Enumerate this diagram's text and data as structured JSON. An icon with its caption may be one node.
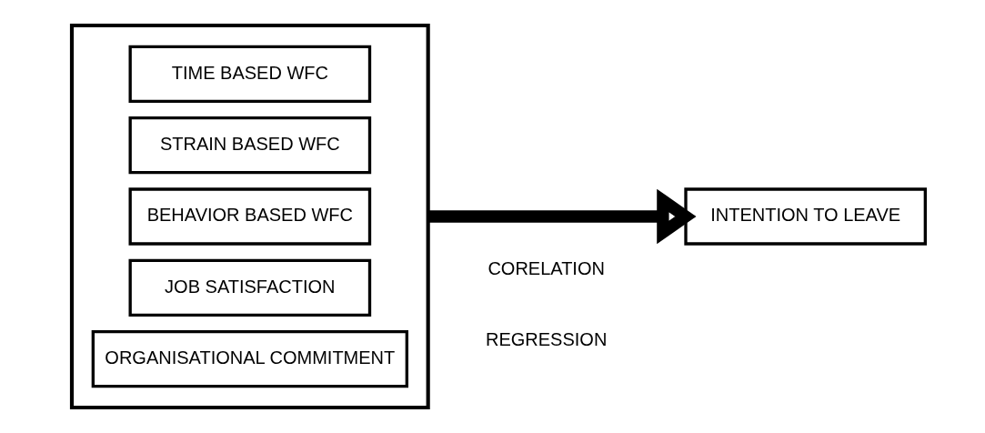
{
  "diagram": {
    "nodes": [
      {
        "text": [],
        "shape": "box"
      },
      {
        "text": [
          "TIME BASED WFC"
        ],
        "in": 0
      },
      {
        "text": [
          "STRAIN BASED WFC"
        ],
        "in": 0
      },
      {
        "text": [
          "BEHAVIOR BASED WFC"
        ],
        "in": 0
      },
      {
        "text": [
          "JOB SATISFACTION"
        ],
        "in": 0
      },
      {
        "text": [
          "ORGANISATIONAL COMMITMENT"
        ],
        "in": 0
      },
      {
        "text": [
          "INTENTION TO LEAVE"
        ]
      }
    ],
    "edges": [
      {
        "from": 0,
        "to": 6,
        "arrow": "to"
      }
    ],
    "labels": [
      "CORELATION",
      "REGRESSION"
    ]
  }
}
